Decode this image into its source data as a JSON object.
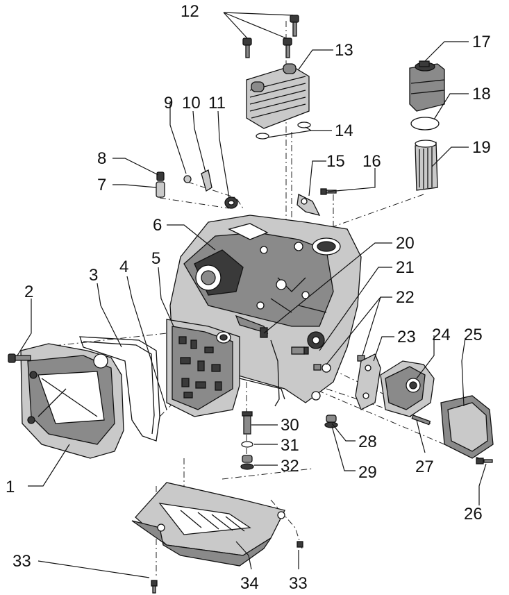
{
  "diagram": {
    "callouts": [
      {
        "id": "1",
        "label": "1"
      },
      {
        "id": "2",
        "label": "2"
      },
      {
        "id": "3",
        "label": "3"
      },
      {
        "id": "4",
        "label": "4"
      },
      {
        "id": "5",
        "label": "5"
      },
      {
        "id": "6",
        "label": "6"
      },
      {
        "id": "7",
        "label": "7"
      },
      {
        "id": "8",
        "label": "8"
      },
      {
        "id": "9",
        "label": "9"
      },
      {
        "id": "10",
        "label": "10"
      },
      {
        "id": "11",
        "label": "11"
      },
      {
        "id": "12",
        "label": "12"
      },
      {
        "id": "13",
        "label": "13"
      },
      {
        "id": "14",
        "label": "14"
      },
      {
        "id": "15",
        "label": "15"
      },
      {
        "id": "16",
        "label": "16"
      },
      {
        "id": "17",
        "label": "17"
      },
      {
        "id": "18",
        "label": "18"
      },
      {
        "id": "19",
        "label": "19"
      },
      {
        "id": "20",
        "label": "20"
      },
      {
        "id": "21",
        "label": "21"
      },
      {
        "id": "22",
        "label": "22"
      },
      {
        "id": "23",
        "label": "23"
      },
      {
        "id": "24",
        "label": "24"
      },
      {
        "id": "25",
        "label": "25"
      },
      {
        "id": "26",
        "label": "26"
      },
      {
        "id": "27",
        "label": "27"
      },
      {
        "id": "28",
        "label": "28"
      },
      {
        "id": "29",
        "label": "29"
      },
      {
        "id": "30",
        "label": "30"
      },
      {
        "id": "31",
        "label": "31"
      },
      {
        "id": "32",
        "label": "32"
      },
      {
        "id": "33a",
        "label": "33"
      },
      {
        "id": "33b",
        "label": "33"
      },
      {
        "id": "34",
        "label": "34"
      }
    ]
  }
}
